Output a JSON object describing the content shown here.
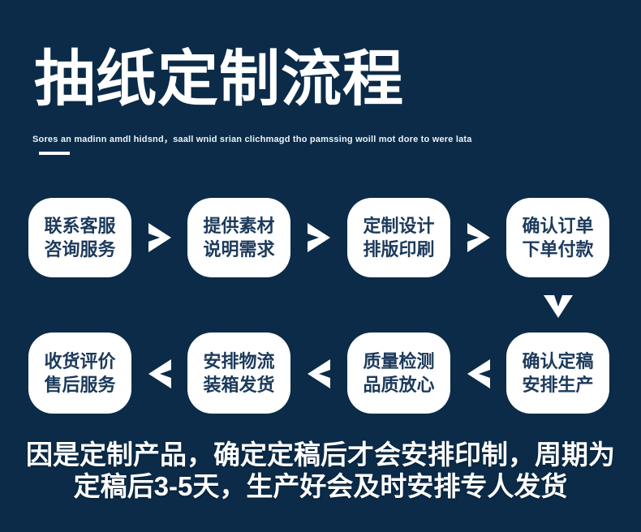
{
  "colors": {
    "background": "#0b2b48",
    "box_background": "#ffffff",
    "box_text": "#1c3a5c",
    "accent_text": "#ffffff"
  },
  "header": {
    "title": "抽纸定制流程",
    "subtitle": "Sores an madinn amdl hidsnd，saall wnid srian clichmagd tho pamssing woill mot dore to were lata"
  },
  "flow": {
    "steps": [
      {
        "line1": "联系客服",
        "line2": "咨询服务"
      },
      {
        "line1": "提供素材",
        "line2": "说明需求"
      },
      {
        "line1": "定制设计",
        "line2": "排版印刷"
      },
      {
        "line1": "确认订单",
        "line2": "下单付款"
      },
      {
        "line1": "确认定稿",
        "line2": "安排生产"
      },
      {
        "line1": "质量检测",
        "line2": "品质放心"
      },
      {
        "line1": "安排物流",
        "line2": "装箱发货"
      },
      {
        "line1": "收货评价",
        "line2": "售后服务"
      }
    ]
  },
  "footer": {
    "line1": "因是定制产品，确定定稿后才会安排印制，周期为",
    "line2": "定稿后3-5天，生产好会及时安排专人发货"
  }
}
